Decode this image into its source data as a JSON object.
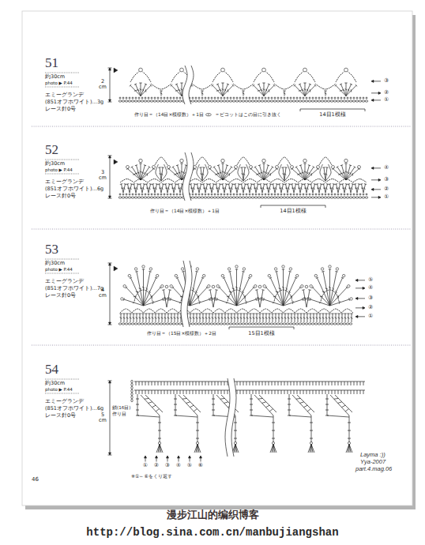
{
  "diagram": {
    "labels": [
      "51",
      "約30cm",
      "photo ▶ P.44",
      "エミーグランデ",
      "(851オフホワイト)…3g",
      "レース針0号",
      "2 cm",
      "③",
      "②",
      "①",
      "作り目＝（14目×模様数）＋1目",
      "＝ピコットはこの目に引き抜く",
      "14目1模様",
      "52",
      "約30cm",
      "photo ▶ P.44",
      "エミーグランデ",
      "(851オフホワイト)…6g",
      "レース針0号",
      "3 cm",
      "④",
      "③",
      "②",
      "①",
      "作り目＝（14目×模様数）＋1目",
      "14目1模様",
      "53",
      "約30cm",
      "photo ▶ P.44",
      "エミーグランデ",
      "(851オフホワイト)…7g",
      "レース針0号",
      "4 cm",
      "⑤",
      "④",
      "③",
      "②",
      "①",
      "作り目＝（15目×模様数）＋2目",
      "15目1模様",
      "54",
      "約30cm",
      "photo ▶ P.44",
      "エミーグランデ",
      "(851オフホワイト)…6g",
      "レース針0号",
      "5 cm",
      "鎖(16目)",
      "作り目",
      "①",
      "②",
      "③",
      "④",
      "⑤",
      "⑥",
      "※①～⑥をくり返す",
      "46",
      "Layma :))",
      "Yya-2007",
      "part.4.mag.06",
      "漫步江山的编织博客",
      "http://blog.sina.com.cn/manbujiangshan"
    ]
  }
}
